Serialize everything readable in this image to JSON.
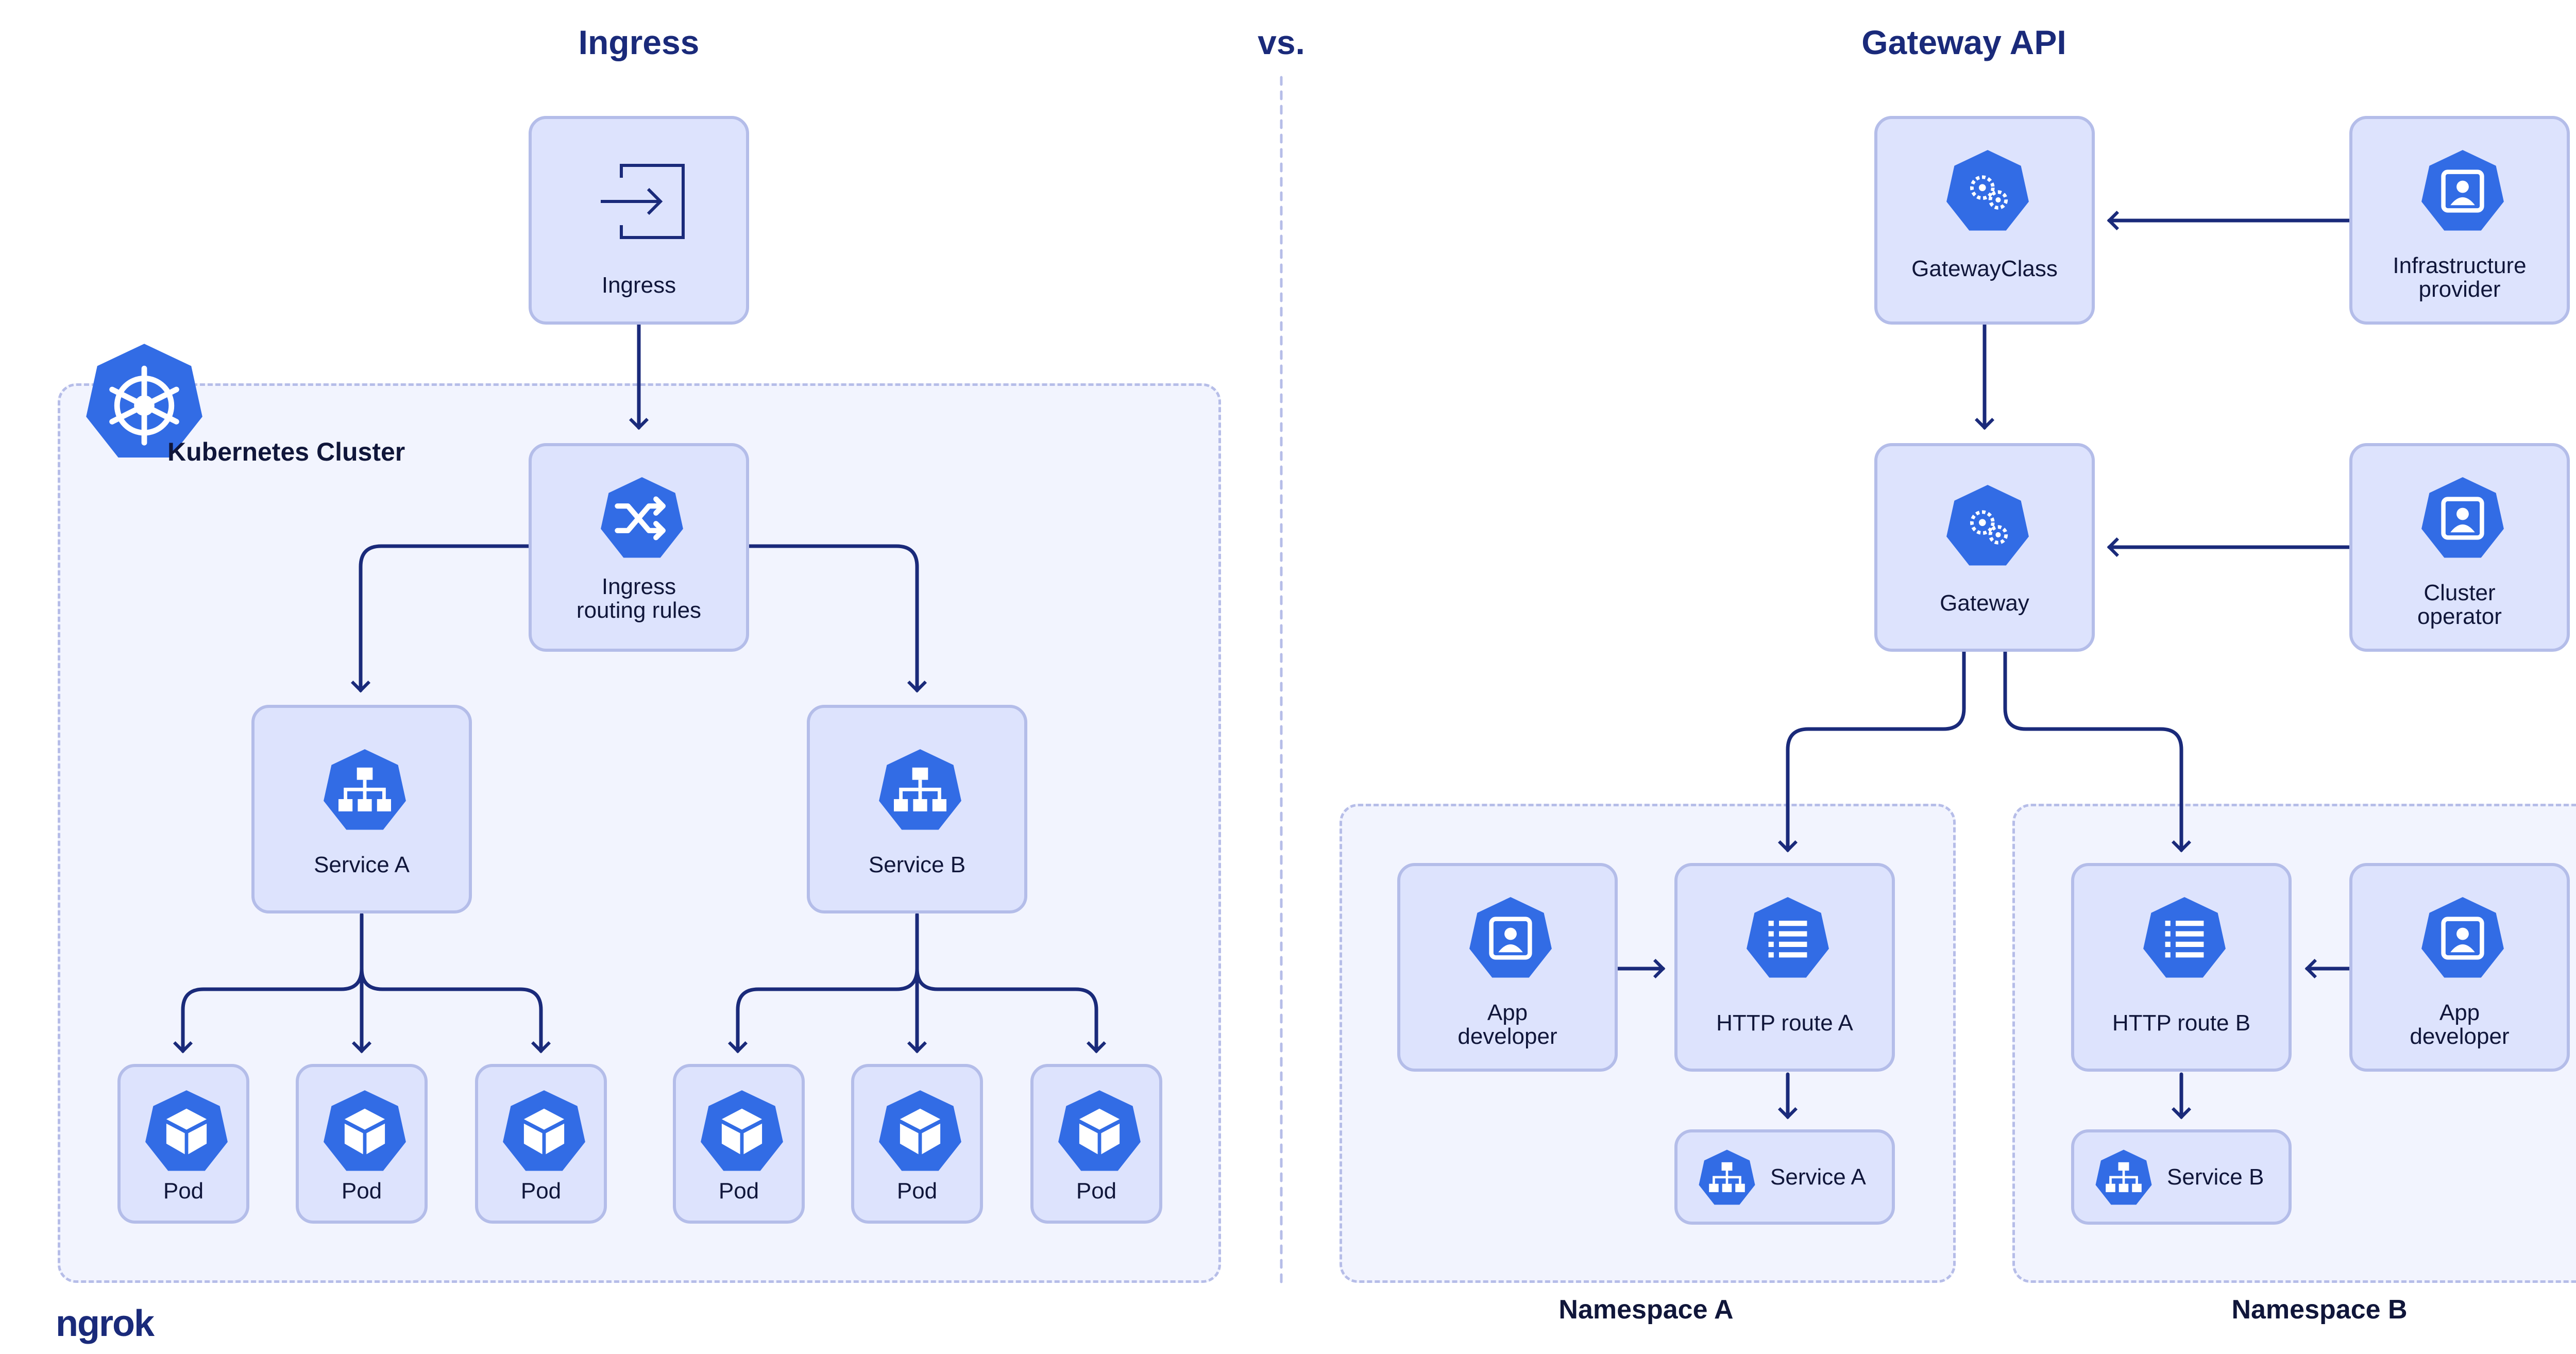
{
  "titles": {
    "left": "Ingress",
    "middle": "vs.",
    "right": "Gateway API"
  },
  "brand": "ngrok",
  "left": {
    "cluster_label": "Kubernetes Cluster",
    "ingress": "Ingress",
    "routing": "Ingress\nrouting rules",
    "service_a": "Service A",
    "service_b": "Service B",
    "pods": [
      "Pod",
      "Pod",
      "Pod",
      "Pod",
      "Pod",
      "Pod"
    ]
  },
  "right": {
    "gatewayclass": "GatewayClass",
    "infra_provider": "Infrastructure\nprovider",
    "gateway": "Gateway",
    "cluster_operator": "Cluster\noperator",
    "app_dev_a": "App\ndeveloper",
    "http_route_a": "HTTP route A",
    "service_a": "Service A",
    "http_route_b": "HTTP route B",
    "app_dev_b": "App\ndeveloper",
    "service_b": "Service B",
    "namespace_a": "Namespace A",
    "namespace_b": "Namespace B"
  },
  "colors": {
    "accent": "#326ce5",
    "node_fill": "#dde3fd",
    "line": "#1a2a7a",
    "dashed": "#b6bde8"
  },
  "icons": {
    "ingress": "enter-icon",
    "routing": "shuffle-icon",
    "service": "sitemap-icon",
    "pod": "cube-icon",
    "gateway": "gears-icon",
    "person": "person-badge-icon",
    "route": "list-icon",
    "kubernetes": "kubernetes-helm-icon"
  }
}
